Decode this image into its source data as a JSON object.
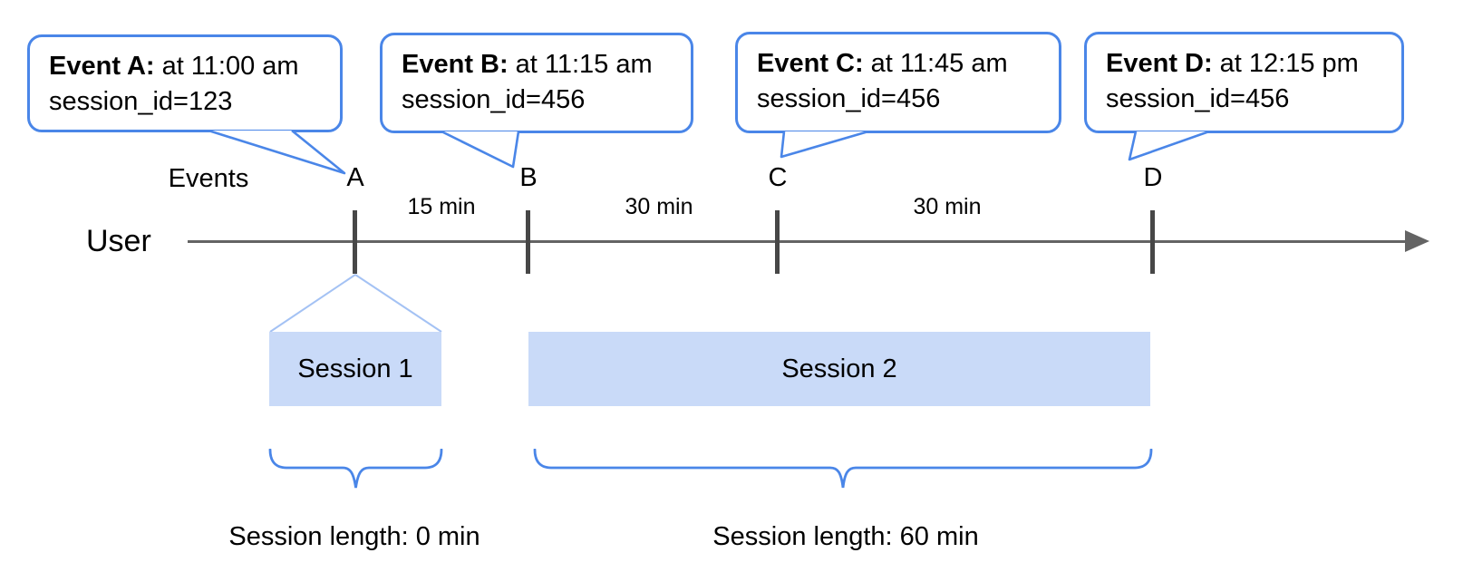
{
  "colors": {
    "accent_blue": "#4a86e8",
    "session_fill_blue": "#c9daf8",
    "funnel_light_blue": "#a4c2f4",
    "axis_gray": "#646464",
    "tick_gray": "#474747",
    "text_black": "#000000"
  },
  "timeline": {
    "user_label": "User",
    "events_label": "Events"
  },
  "events": [
    {
      "letter": "A",
      "bubble_title": "Event A:",
      "bubble_time": "at 11:00 am",
      "bubble_session": "session_id=123"
    },
    {
      "letter": "B",
      "bubble_title": "Event B:",
      "bubble_time": "at 11:15 am",
      "bubble_session": "session_id=456"
    },
    {
      "letter": "C",
      "bubble_title": "Event C:",
      "bubble_time": "at 11:45 am",
      "bubble_session": "session_id=456"
    },
    {
      "letter": "D",
      "bubble_title": "Event D:",
      "bubble_time": "at 12:15 pm",
      "bubble_session": "session_id=456"
    }
  ],
  "intervals": [
    {
      "label": "15 min"
    },
    {
      "label": "30 min"
    },
    {
      "label": "30 min"
    }
  ],
  "sessions": [
    {
      "label": "Session 1",
      "length_label": "Session length: 0 min"
    },
    {
      "label": "Session 2",
      "length_label": "Session length: 60 min"
    }
  ]
}
